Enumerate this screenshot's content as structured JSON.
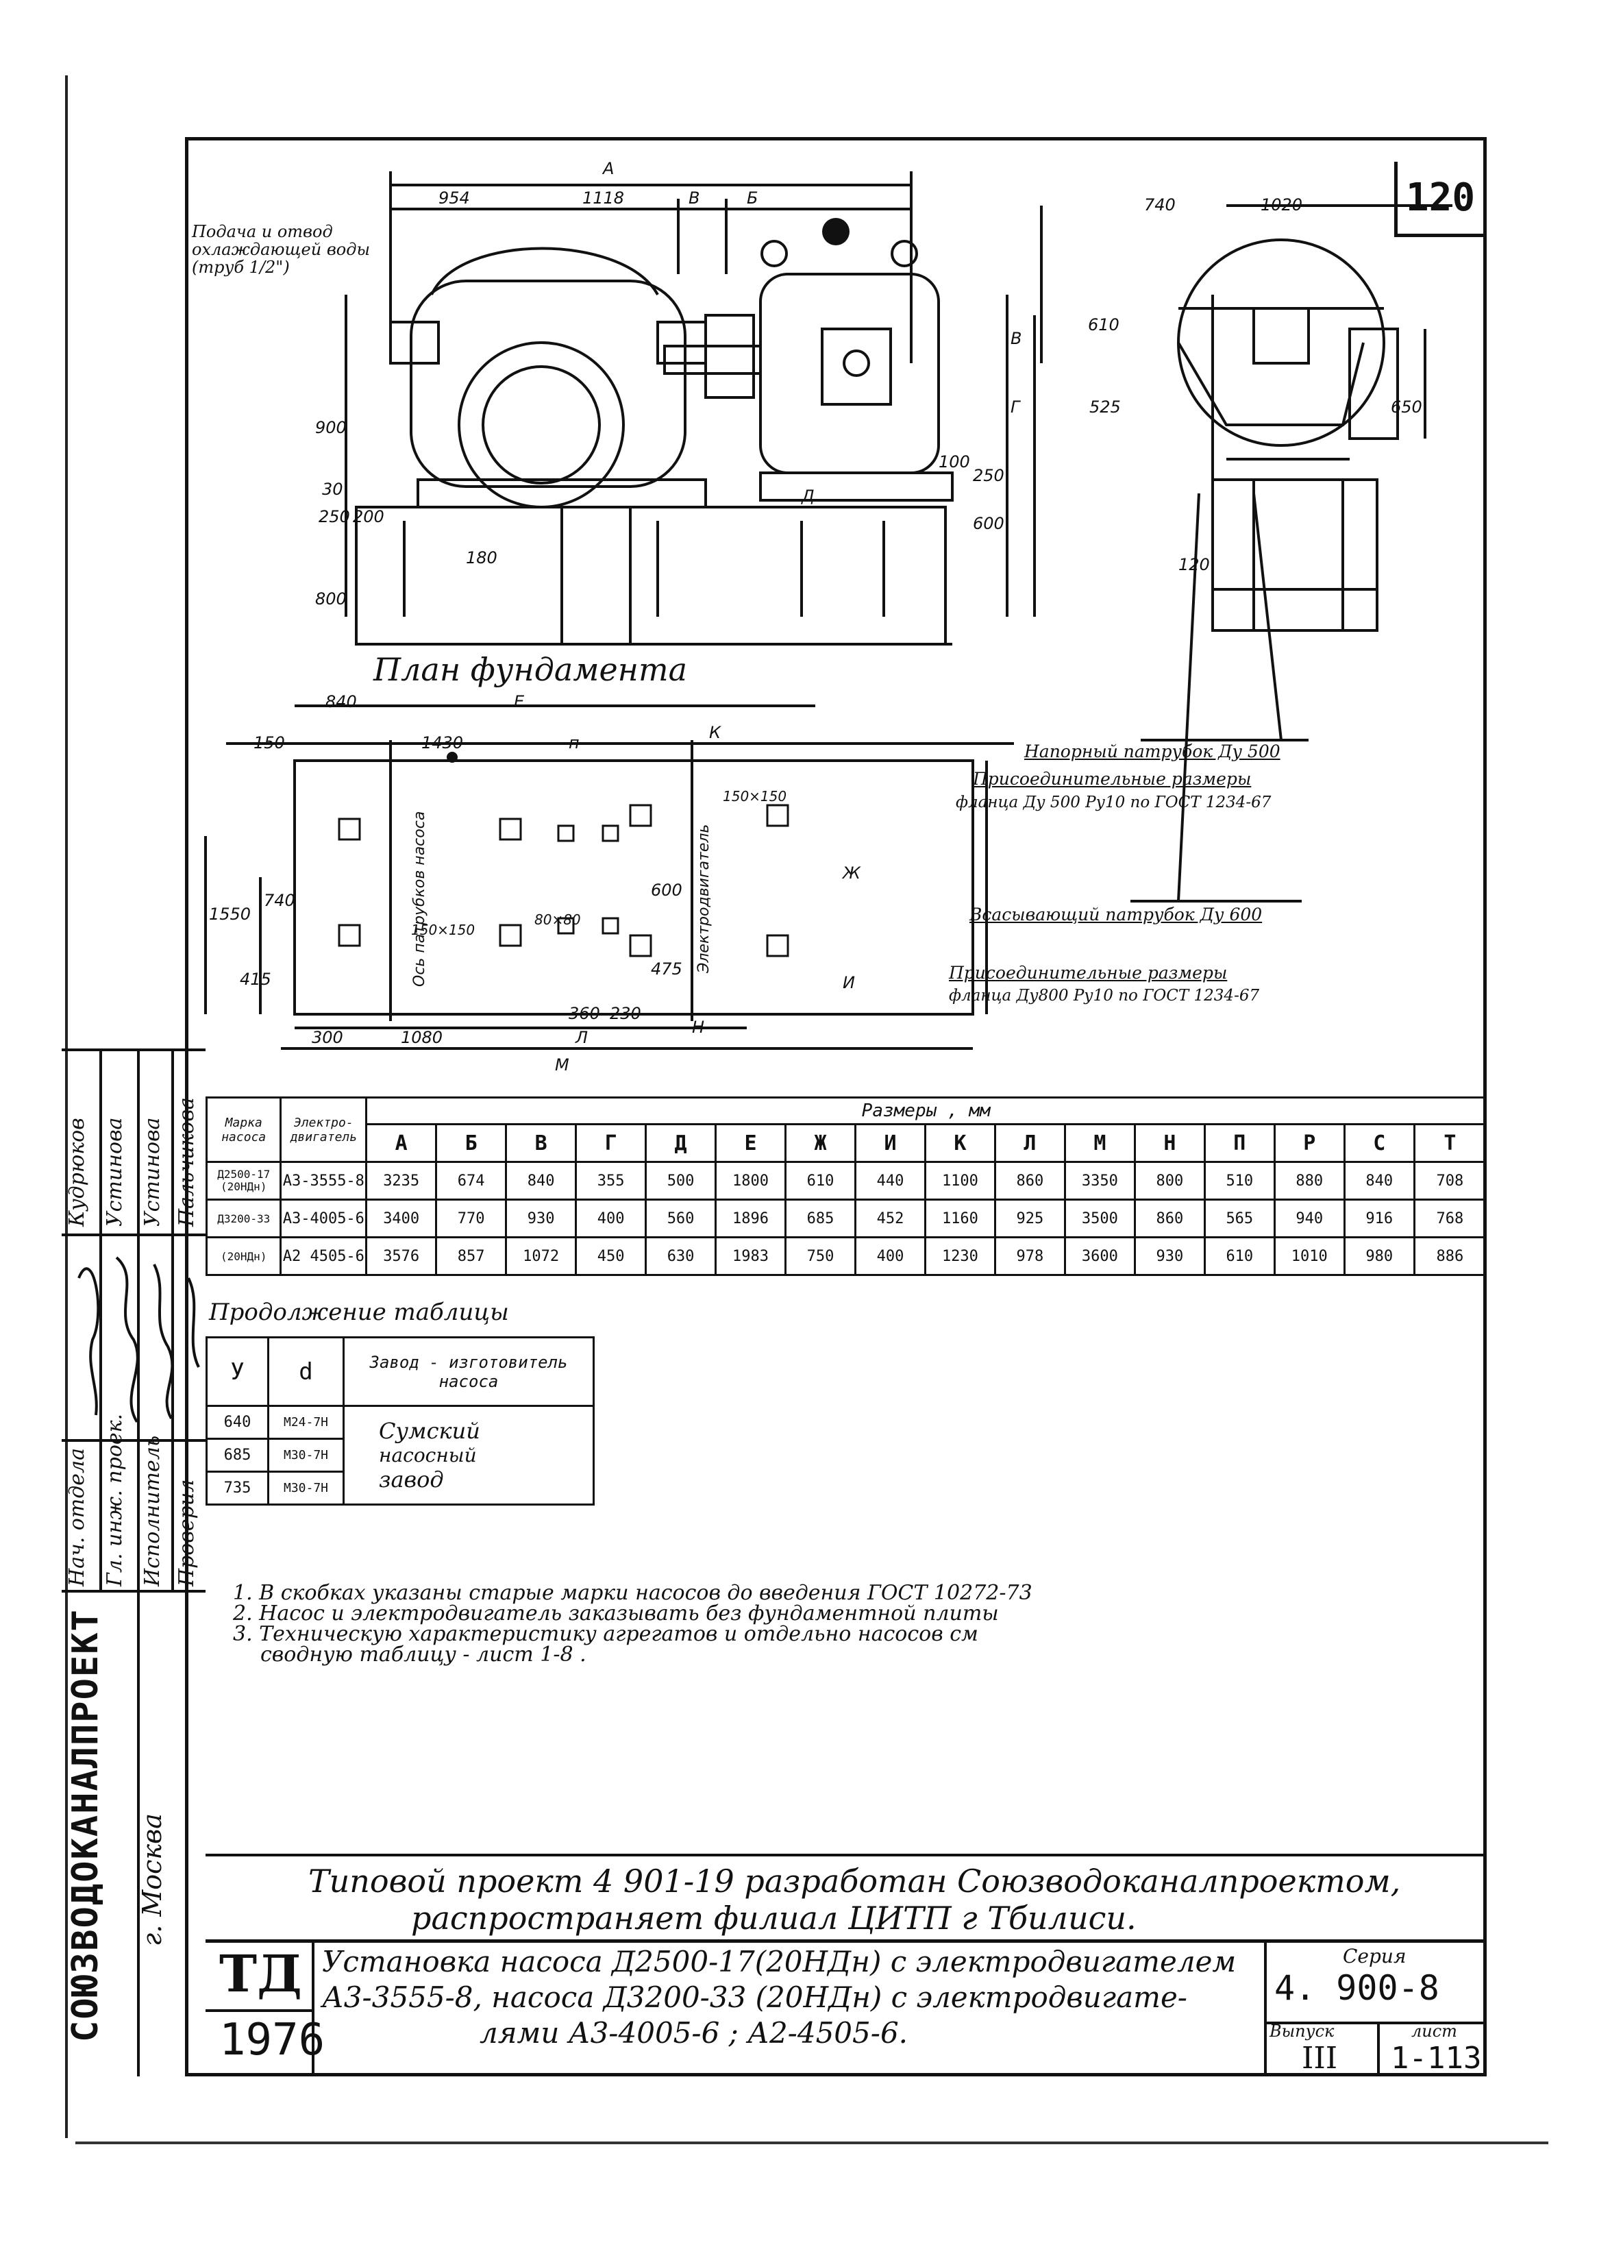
{
  "sheet_number": "120",
  "drawing": {
    "dimensions_top": {
      "A": "А",
      "d954": "954",
      "d1118": "1118",
      "B": "В",
      "BB": "Б",
      "d740": "740",
      "d1020": "1020"
    },
    "dimensions_side": {
      "d610": "610",
      "d900": "900",
      "d30": "30",
      "d250": "250",
      "d200": "200",
      "d600": "600",
      "d800": "800",
      "d525": "525",
      "d650": "650",
      "V": "В",
      "G": "Г",
      "d100": "100",
      "d180": "180",
      "D": "Д",
      "d120": "120"
    },
    "cooling_label": "Подача и отвод охлаждающей воды (труб 1/2\")",
    "foundation_title": "План фундамента",
    "plan_dims": {
      "d840": "840",
      "E": "Е",
      "d150": "150",
      "d1430": "1430",
      "n": "п",
      "K": "К",
      "d1550": "1550",
      "d740": "740",
      "d415": "415",
      "d150x150": "150×150",
      "d80x80": "80×80",
      "d600": "600",
      "d475": "475",
      "d360": "360",
      "d230": "230",
      "d300": "300",
      "d1080": "1080",
      "L": "Л",
      "N": "Н",
      "M": "М",
      "Zh": "Ж",
      "I": "И",
      "d150x150b": "150×150"
    },
    "plan_vertical_labels": [
      "Ось патрубков насоса",
      "Электродвигатель"
    ],
    "callouts": [
      "Напорный патрубок Ду 500",
      "Присоединительные размеры",
      "фланца Ду 500 Ру10 по ГОСТ 1234-67",
      "Всасывающий патрубок Ду 600",
      "Присоединительные размеры",
      "фланца Ду800 Ру10 по ГОСТ 1234-67"
    ]
  },
  "signatures": {
    "names": [
      "Кудрюков",
      "Устинова",
      "Устинова",
      "Пальчикова"
    ],
    "roles": [
      "Нач. отдела",
      "Гл. инж. проек.",
      "Исполнитель",
      "Проверил"
    ],
    "org": "СОЮЗВОДОКАНАЛПРОЕКТ",
    "city": "г. Москва"
  },
  "dims_table": {
    "group_header": "Размеры , мм",
    "col_marka": "Марка насоса",
    "col_motor": "Электро-двигатель",
    "columns": [
      "А",
      "Б",
      "В",
      "Г",
      "Д",
      "Е",
      "Ж",
      "И",
      "К",
      "Л",
      "М",
      "Н",
      "П",
      "Р",
      "С",
      "Т"
    ],
    "rows": [
      {
        "marka": "Д2500-17 (20НДн)",
        "motor": "А3-3555-8",
        "vals": [
          "3235",
          "674",
          "840",
          "355",
          "500",
          "1800",
          "610",
          "440",
          "1100",
          "860",
          "3350",
          "800",
          "510",
          "880",
          "840",
          "708"
        ]
      },
      {
        "marka": "Д3200-33",
        "motor": "А3-4005-6",
        "vals": [
          "3400",
          "770",
          "930",
          "400",
          "560",
          "1896",
          "685",
          "452",
          "1160",
          "925",
          "3500",
          "860",
          "565",
          "940",
          "916",
          "768"
        ]
      },
      {
        "marka": "(20НДн)",
        "motor": "А2 4505-6",
        "vals": [
          "3576",
          "857",
          "1072",
          "450",
          "630",
          "1983",
          "750",
          "400",
          "1230",
          "978",
          "3600",
          "930",
          "610",
          "1010",
          "980",
          "886"
        ]
      }
    ]
  },
  "cont_table": {
    "title": "Продолжение таблицы",
    "col_y": "У",
    "col_d": "d",
    "col_maker": "Завод - изготовитель насоса",
    "rows": [
      {
        "y": "640",
        "d": "М24-7Н"
      },
      {
        "y": "685",
        "d": "М30-7Н"
      },
      {
        "y": "735",
        "d": "М30-7Н"
      }
    ],
    "maker_lines": [
      "Сумский",
      "насосный",
      "завод"
    ]
  },
  "notes": [
    "1. В скобках указаны старые марки насосов до введения ГОСТ 10272-73",
    "2. Насос и электродвигатель заказывать без фундаментной плиты",
    "3.   Техническую характеристику агрегатов и отдельно насосов см",
    "сводную таблицу - лист 1-8 ."
  ],
  "distribution": [
    "Типовой проект 4 901-19 разработан Союзводоканалпроектом,",
    "распространяет филиал ЦИТП г Тбилиси."
  ],
  "title_block": {
    "td": "ТД",
    "year": "1976",
    "title_lines": [
      "Установка насоса Д2500-17(20НДн) с электродвигателем",
      "А3-3555-8, насоса Д3200-33 (20НДн) с электродвигате-",
      "лями А3-4005-6 ; А2-4505-6."
    ],
    "series_label": "Серия",
    "series_value": "4. 900-8",
    "issue_label": "Выпуск",
    "issue_value": "III",
    "sheet_label": "лист",
    "sheet_value": "1-113"
  }
}
